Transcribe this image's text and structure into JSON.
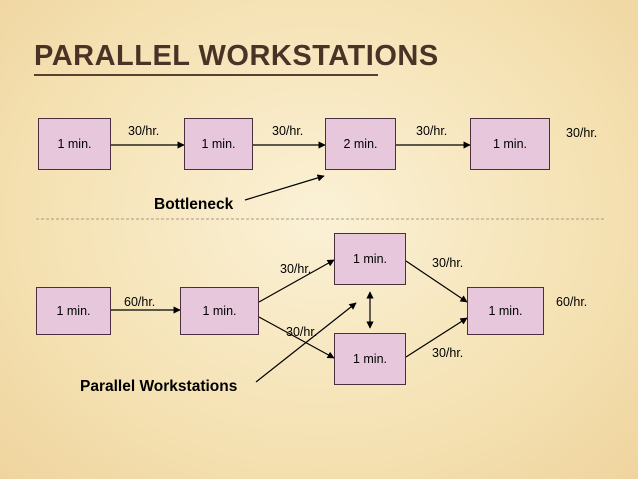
{
  "title": "PARALLEL WORKSTATIONS",
  "bottleneck_row": {
    "boxes": [
      "1 min.",
      "1 min.",
      "2 min.",
      "1 min."
    ],
    "rates": [
      "30/hr.",
      "30/hr.",
      "30/hr.",
      "30/hr."
    ],
    "callout": "Bottleneck"
  },
  "parallel_row": {
    "start_boxes": [
      "1 min.",
      "1 min."
    ],
    "top_box": "1 min.",
    "bottom_box": "1 min.",
    "end_box": "1 min.",
    "rate_in": "60/hr.",
    "rate_top_in": "30/hr.",
    "rate_bottom_in": "30/hr.",
    "rate_top_out": "30/hr.",
    "rate_bottom_out": "30/hr.",
    "rate_out": "60/hr.",
    "callout": "Parallel Workstations"
  }
}
